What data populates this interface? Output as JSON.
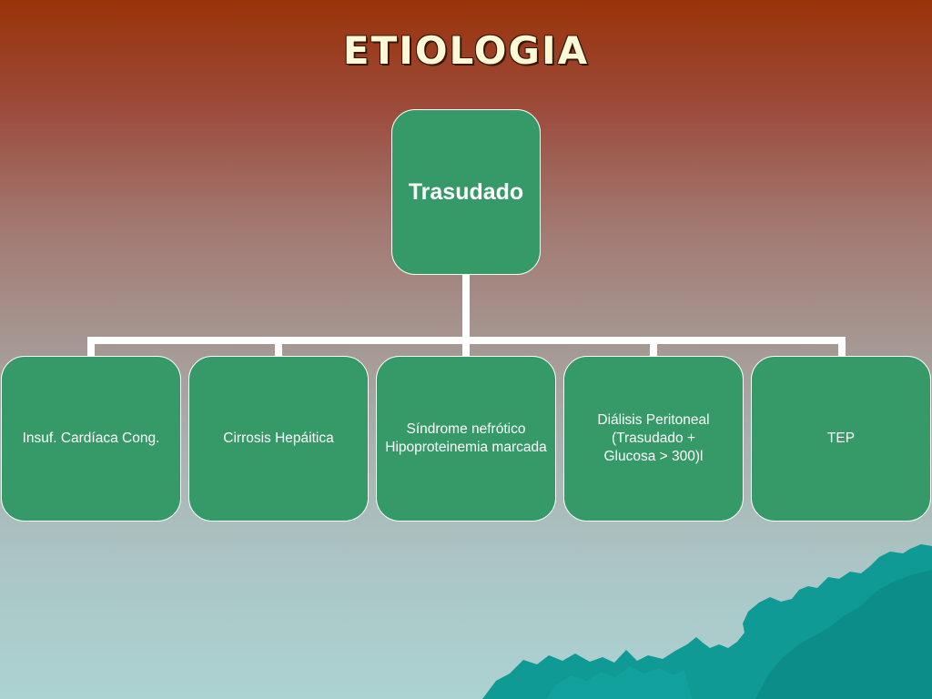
{
  "slide": {
    "title": "ETIOLOGIA"
  },
  "diagram": {
    "root": {
      "label": "Trasudado"
    },
    "children": [
      {
        "label": "Insuf. Cardíaca Cong."
      },
      {
        "label": "Cirrosis Hepáitica"
      },
      {
        "label": "Síndrome nefrótico\nHipoproteinemia marcada"
      },
      {
        "label": "Diálisis Peritoneal\n(Trasudado +\nGlucosa > 300)l"
      },
      {
        "label": "TEP"
      }
    ]
  },
  "colors": {
    "node_fill": "#359a68",
    "node_border": "#ffffff",
    "connector": "#ffffff",
    "title_text": "#fdf9d6",
    "mountain": "#0f9a96"
  }
}
